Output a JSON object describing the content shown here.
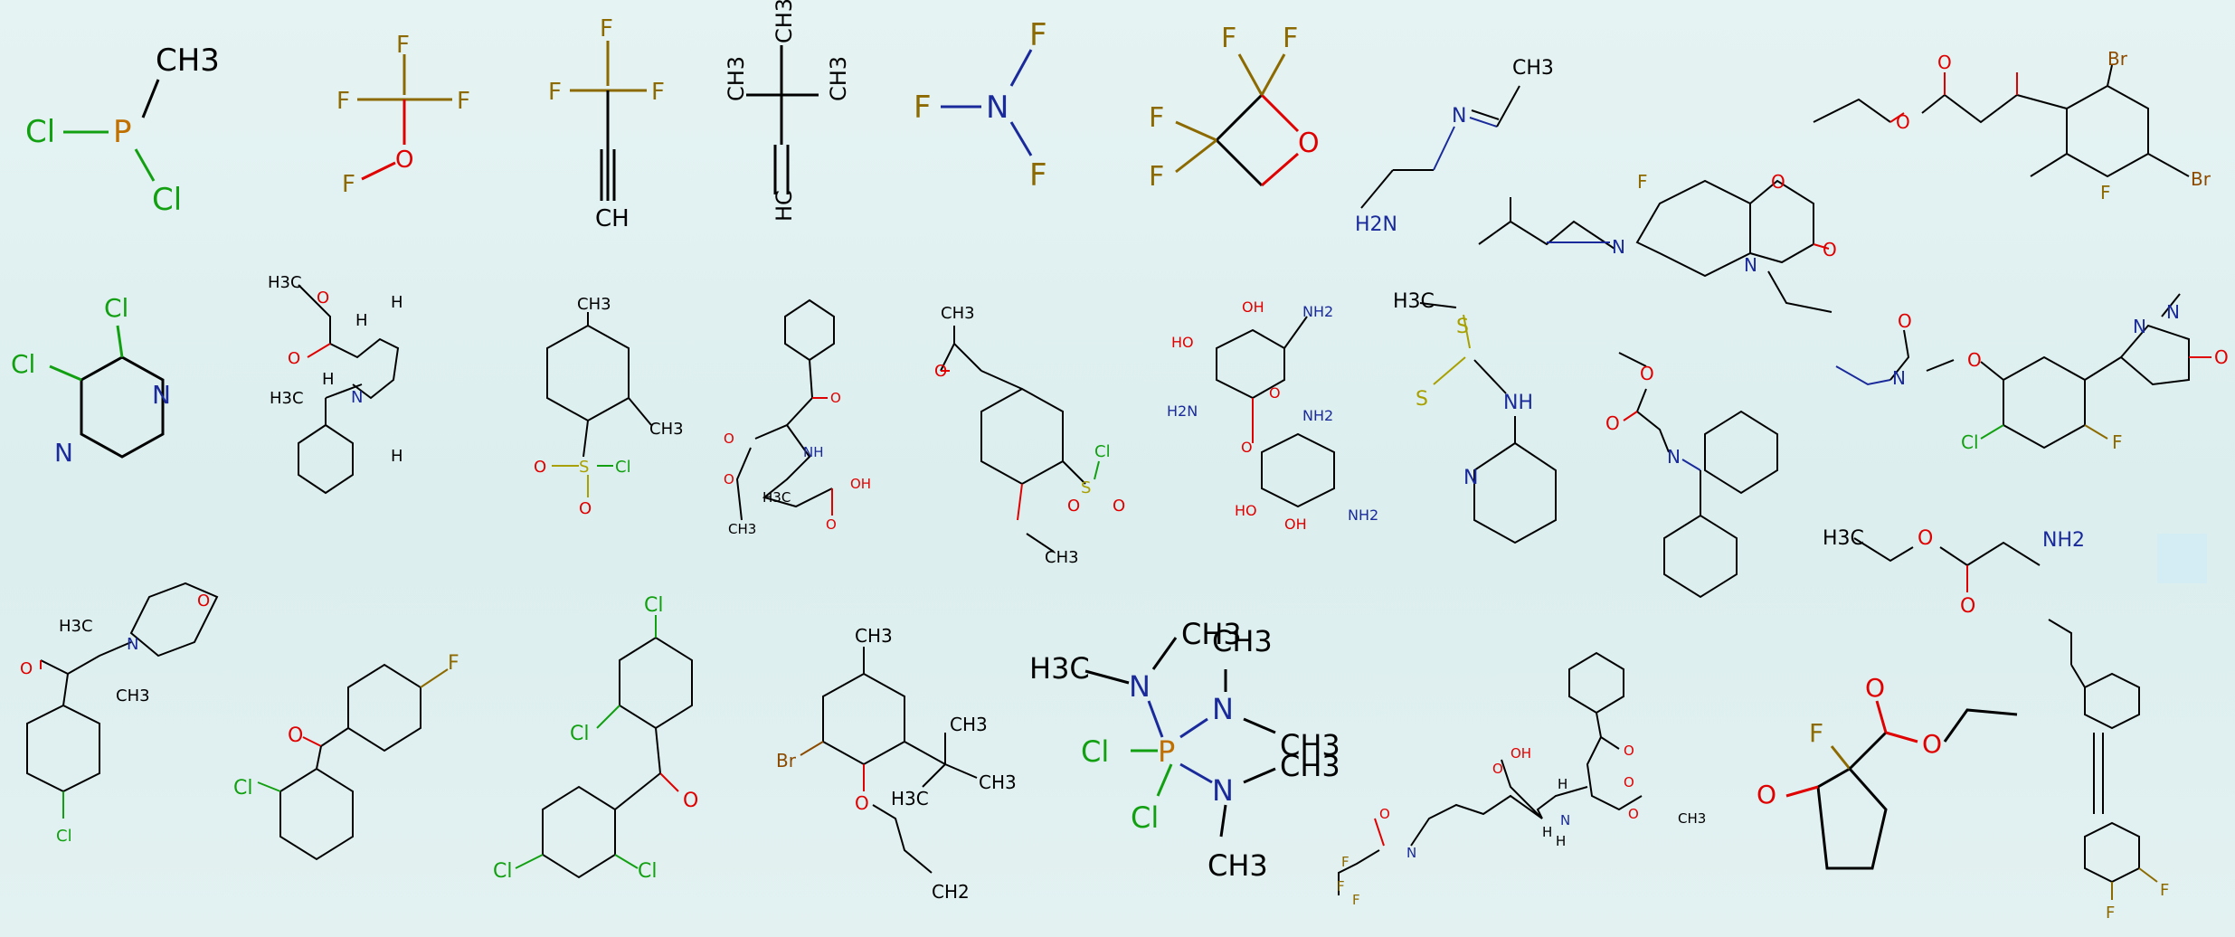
{
  "panel": {
    "title": "",
    "molecules_count_note": ""
  },
  "colors": {
    "background": "#e2f1f1",
    "carbon": "#000000",
    "chlorine": "#12a012",
    "fluorine": "#8c6a00",
    "oxygen": "#e00000",
    "nitrogen": "#1a2a9a",
    "sulfur": "#a8a000",
    "bromine": "#8c4a00",
    "phosphorus": "#c07000"
  },
  "labels": {
    "m1": [
      "CH3",
      "P",
      "Cl",
      "Cl"
    ],
    "m2": [
      "F",
      "F",
      "F",
      "O",
      "F"
    ],
    "m3": [
      "F",
      "F",
      "F",
      "CH"
    ],
    "m4": [
      "CH3",
      "CH3",
      "CH3",
      "HC"
    ],
    "m5": [
      "F",
      "N",
      "F",
      "F"
    ],
    "m6": [
      "F",
      "F",
      "F",
      "F",
      "O"
    ],
    "m7": [
      "CH3",
      "N",
      "H2N"
    ],
    "m8": [
      "O",
      "O",
      "Br",
      "Br",
      "F"
    ],
    "m9": [
      "F",
      "O",
      "N",
      "N",
      "O"
    ],
    "m10": [
      "Cl",
      "Cl",
      "N",
      "N"
    ],
    "m11": [
      "H3C",
      "O",
      "O",
      "H",
      "H",
      "H",
      "H3C",
      "H",
      "N"
    ],
    "m12": [
      "CH3",
      "CH3",
      "O",
      "S",
      "Cl",
      "O"
    ],
    "m13": [
      "O",
      "O",
      "O",
      "NH",
      "H3C",
      "OH",
      "O",
      "CH3"
    ],
    "m14": [
      "CH3",
      "O",
      "Cl",
      "S",
      "O",
      "O",
      "CH3"
    ],
    "m15": [
      "NH2",
      "HO",
      "OH",
      "O",
      "H2N",
      "O",
      "NH2",
      "HO",
      "OH",
      "NH2"
    ],
    "m16": [
      "H3C",
      "S",
      "S",
      "NH",
      "N"
    ],
    "m17": [
      "O",
      "O",
      "N"
    ],
    "m18": [
      "N",
      "N",
      "O",
      "O",
      "N",
      "O",
      "Cl",
      "F"
    ],
    "m19": [
      "H3C",
      "O",
      "O",
      "NH2"
    ],
    "m20": [
      "H3C",
      "O",
      "N",
      "CH3",
      "O",
      "Cl"
    ],
    "m21": [
      "F",
      "O",
      "Cl"
    ],
    "m22": [
      "Cl",
      "Cl",
      "O",
      "Cl",
      "Cl"
    ],
    "m23": [
      "CH3",
      "CH3",
      "CH3",
      "Br",
      "H3C",
      "O",
      "CH2"
    ],
    "m24": [
      "H3C",
      "N",
      "CH3",
      "CH3",
      "N",
      "CH3",
      "Cl",
      "P",
      "Cl",
      "N",
      "CH3",
      "CH3"
    ],
    "m25": [
      "O",
      "O",
      "OH",
      "H",
      "N",
      "H",
      "O",
      "O",
      "CH3",
      "O",
      "N",
      "F",
      "F",
      "F",
      "H"
    ],
    "m26": [
      "F",
      "O",
      "O",
      "O"
    ],
    "m27": [
      "F",
      "F"
    ]
  }
}
